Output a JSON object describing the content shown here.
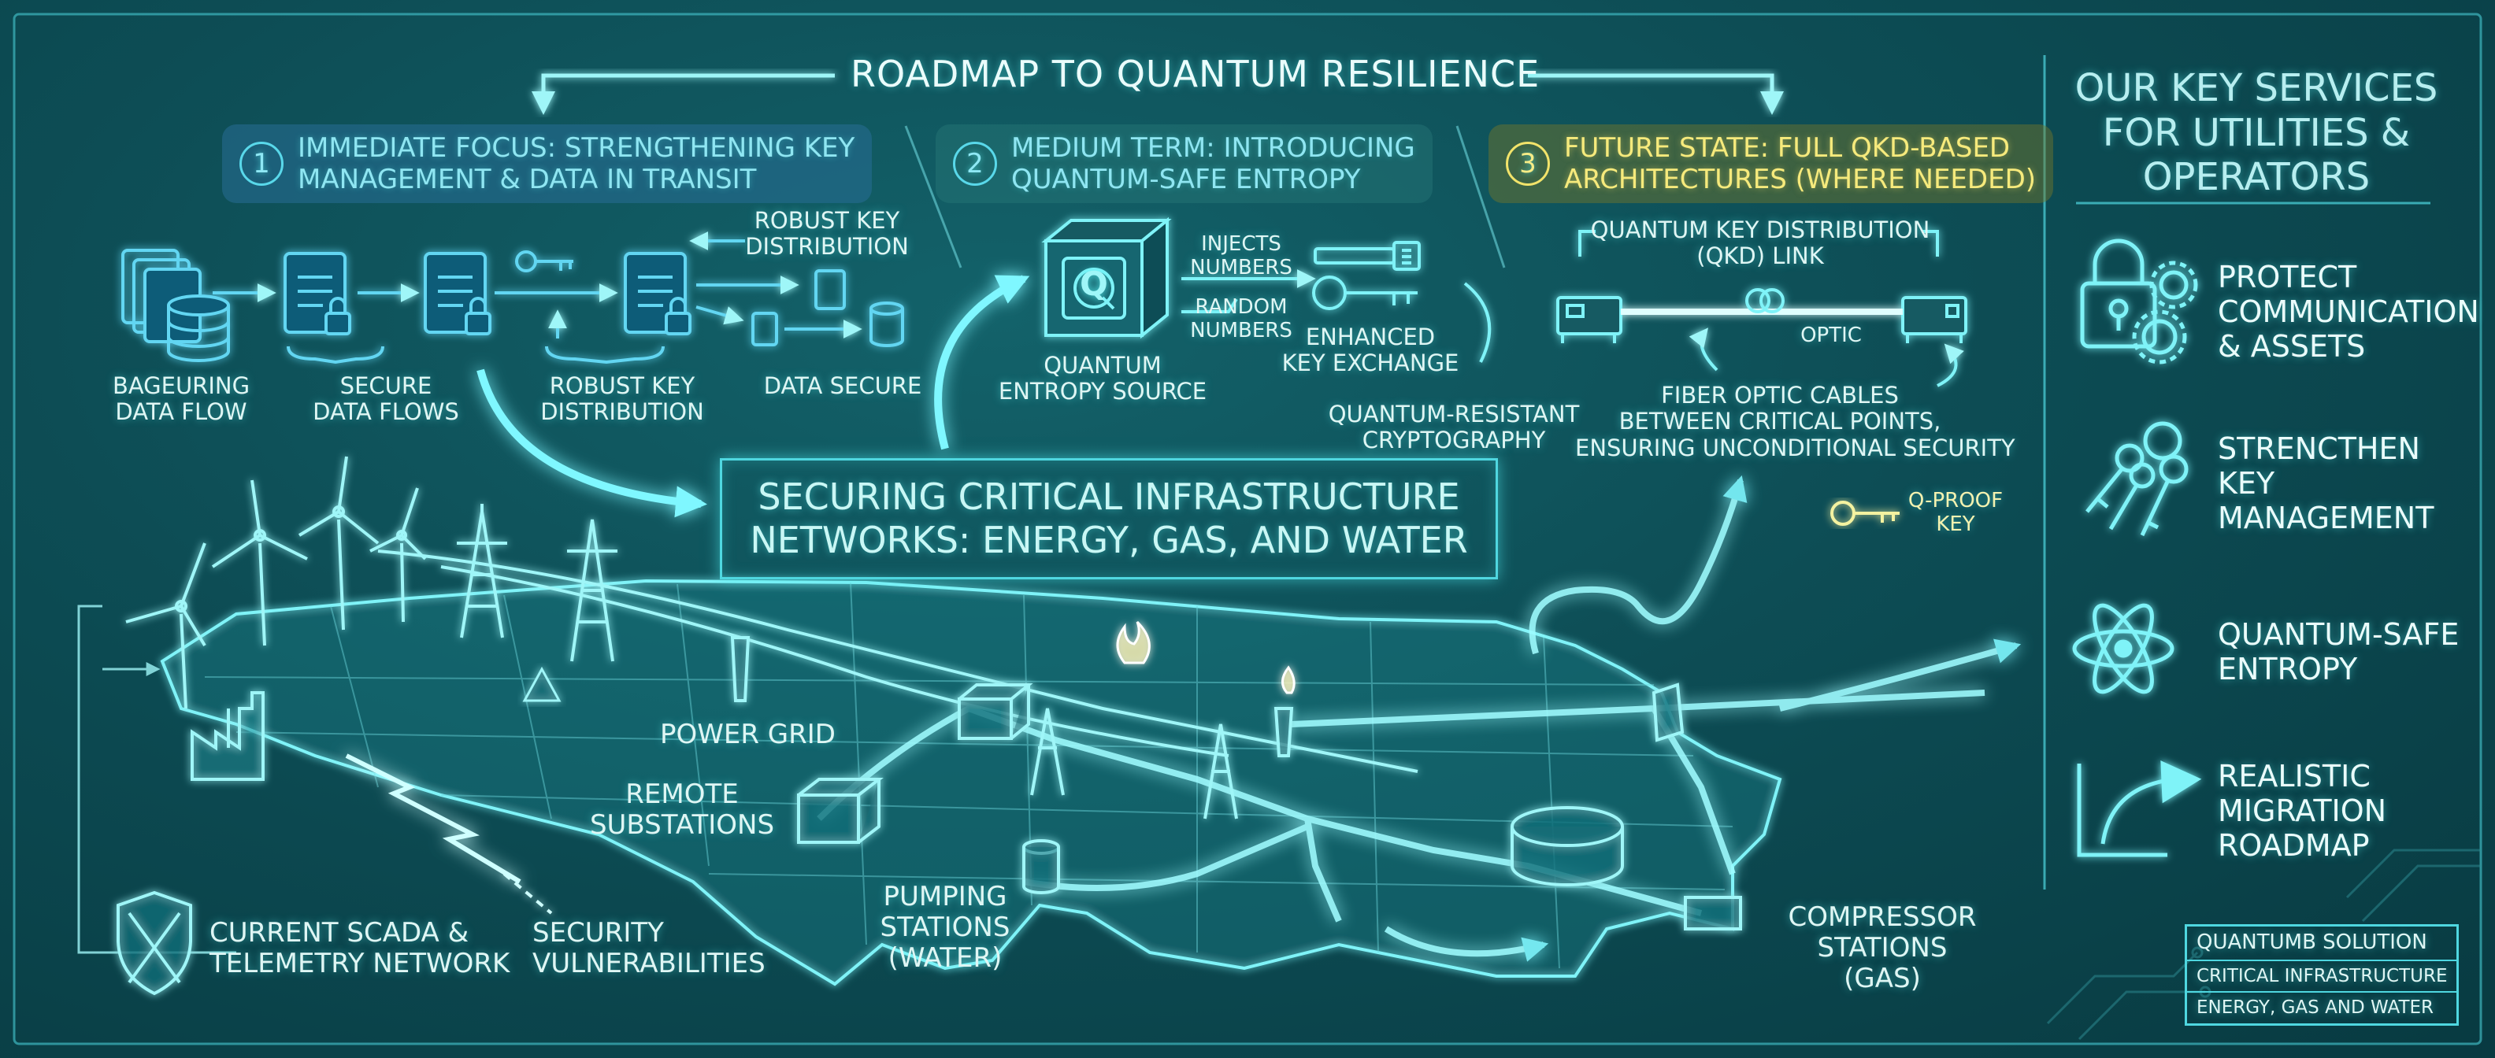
{
  "title": "ROADMAP TO QUANTUM RESILIENCE",
  "phases": [
    {
      "number": "1",
      "line1": "IMMEDIATE FOCUS: STRENGTHENING KEY",
      "line2": "MANAGEMENT & DATA IN TRANSIT"
    },
    {
      "number": "2",
      "line1": "MEDIUM TERM: INTRODUCING",
      "line2": "QUANTUM-SAFE ENTROPY"
    },
    {
      "number": "3",
      "line1": "FUTURE STATE: FULL QKD-BASED",
      "line2": "ARCHITECTURES (WHERE NEEDED)"
    }
  ],
  "phase1": {
    "robust_key_top": [
      "ROBUST KEY",
      "DISTRIBUTION"
    ],
    "bageuring": [
      "BAGEURING",
      "DATA FLOW"
    ],
    "secure_flows": [
      "SECURE",
      "DATA FLOWS"
    ],
    "robust_key_bottom": [
      "ROBUST KEY",
      "DISTRIBUTION"
    ],
    "data_secure": "DATA SECURE"
  },
  "phase2": {
    "source": [
      "QUANTUM",
      "ENTROPY SOURCE"
    ],
    "source_glyph": "Q",
    "injects": [
      "INJECTS",
      "NUMBERS"
    ],
    "random": [
      "RANDOM",
      "NUMBERS"
    ],
    "enhanced": [
      "ENHANCED",
      "KEY EXCHANGE"
    ],
    "resistant": [
      "QUANTUM-RESISTANT",
      "CRYPTOGRAPHY"
    ]
  },
  "phase3": {
    "qkd_link": [
      "QUANTUM KEY DISTRIBUTION",
      "(QKD) LINK"
    ],
    "optic": "OPTIC",
    "fiber": [
      "FIBER OPTIC CABLES",
      "BETWEEN CRITICAL POINTS,",
      "ENSURING UNCONDITIONAL SECURITY"
    ],
    "qproof": [
      "Q-PROOF",
      "KEY"
    ]
  },
  "hero": [
    "SECURING CRITICAL INFRASTRUCTURE",
    "NETWORKS: ENERGY, GAS, AND WATER"
  ],
  "map": {
    "power_grid": "POWER GRID",
    "remote_substations": [
      "REMOTE",
      "SUBSTATIONS"
    ],
    "pumping": [
      "PUMPING",
      "STATIONS",
      "(WATER)"
    ],
    "compressor": [
      "COMPRESSOR",
      "STATIONS",
      "(GAS)"
    ],
    "scada": [
      "CURRENT SCADA &",
      "TELEMETRY NETWORK"
    ],
    "vulnerabilities": [
      "SECURITY",
      "VULNERABILITIES"
    ]
  },
  "sidebar": {
    "title": [
      "OUR KEY SERVICES",
      "FOR UTILITIES &",
      "OPERATORS"
    ],
    "services": [
      {
        "icon": "padlock-gears-icon",
        "lines": [
          "PROTECT",
          "COMMUNICATION",
          "& ASSETS"
        ]
      },
      {
        "icon": "keys-icon",
        "lines": [
          "STRENCTHEN",
          "KEY",
          "MANAGEMENT"
        ]
      },
      {
        "icon": "atom-icon",
        "lines": [
          "QUANTUM-SAFE",
          "ENTROPY"
        ]
      },
      {
        "icon": "curved-arrow-icon",
        "lines": [
          "REALISTIC",
          "MIGRATION",
          "ROADMAP"
        ]
      }
    ]
  },
  "footer": [
    "QUANTUMB SOLUTION",
    "CRITICAL INFRASTRUCTURE",
    "ENERGY, GAS AND WATER"
  ],
  "colors": {
    "background": "#0d4d55",
    "glow": "#5ef2f0",
    "phase3_yellow": "#f6ea7c",
    "warning": "#7ff7ff"
  }
}
